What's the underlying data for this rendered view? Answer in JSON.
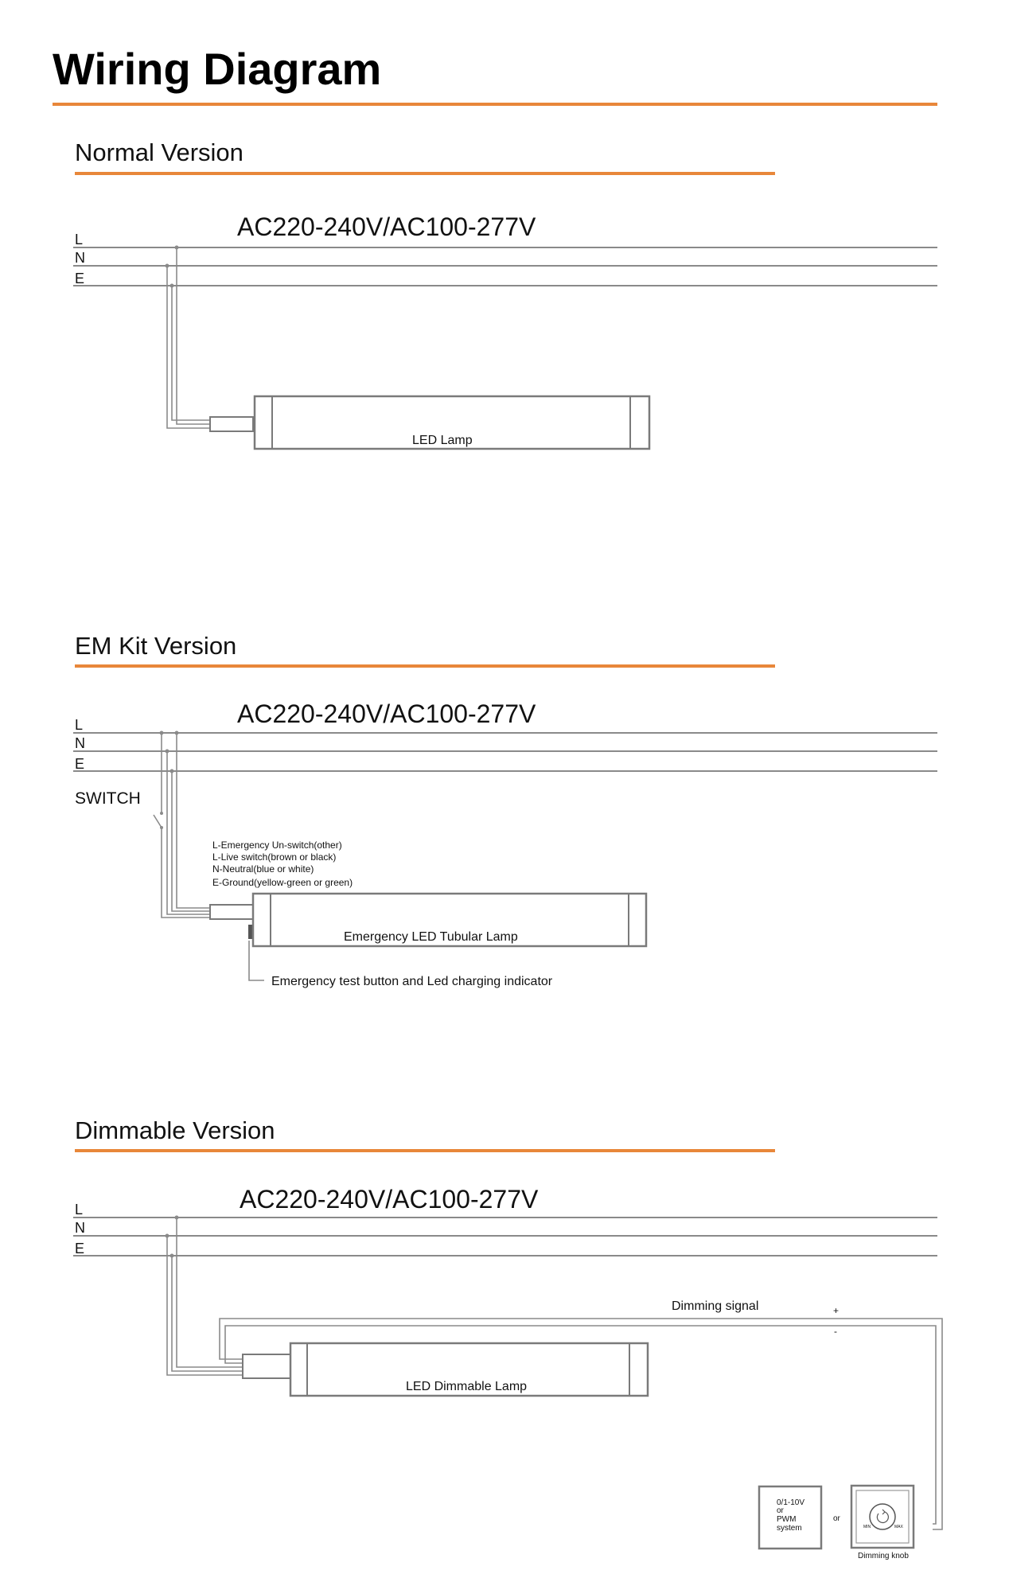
{
  "title": "Wiring Diagram",
  "colors": {
    "accent": "#e8873a",
    "wire": "#8a8a8a"
  },
  "bus_labels": {
    "l": "L",
    "n": "N",
    "e": "E"
  },
  "normal": {
    "heading": "Normal Version",
    "voltage": "AC220-240V/AC100-277V",
    "lamp_label": "LED Lamp"
  },
  "emkit": {
    "heading": "EM Kit Version",
    "voltage": "AC220-240V/AC100-277V",
    "switch_label": "SWITCH",
    "wire_notes": [
      "L-Emergency Un-switch(other)",
      "L-Live switch(brown or black)",
      "N-Neutral(blue or white)",
      "E-Ground(yellow-green or green)"
    ],
    "lamp_label": "Emergency LED Tubular Lamp",
    "test_note": "Emergency test button and Led charging indicator"
  },
  "dimmable": {
    "heading": "Dimmable Version",
    "voltage": "AC220-240V/AC100-277V",
    "lamp_label": "LED Dimmable Lamp",
    "signal_label": "Dimming signal",
    "plus": "+",
    "minus": "-",
    "control_box": [
      "0/1-10V",
      "or",
      "PWM",
      "system"
    ],
    "or_label": "or",
    "knob_min": "MIN",
    "knob_max": "MAX",
    "knob_label": "Dimming knob"
  }
}
